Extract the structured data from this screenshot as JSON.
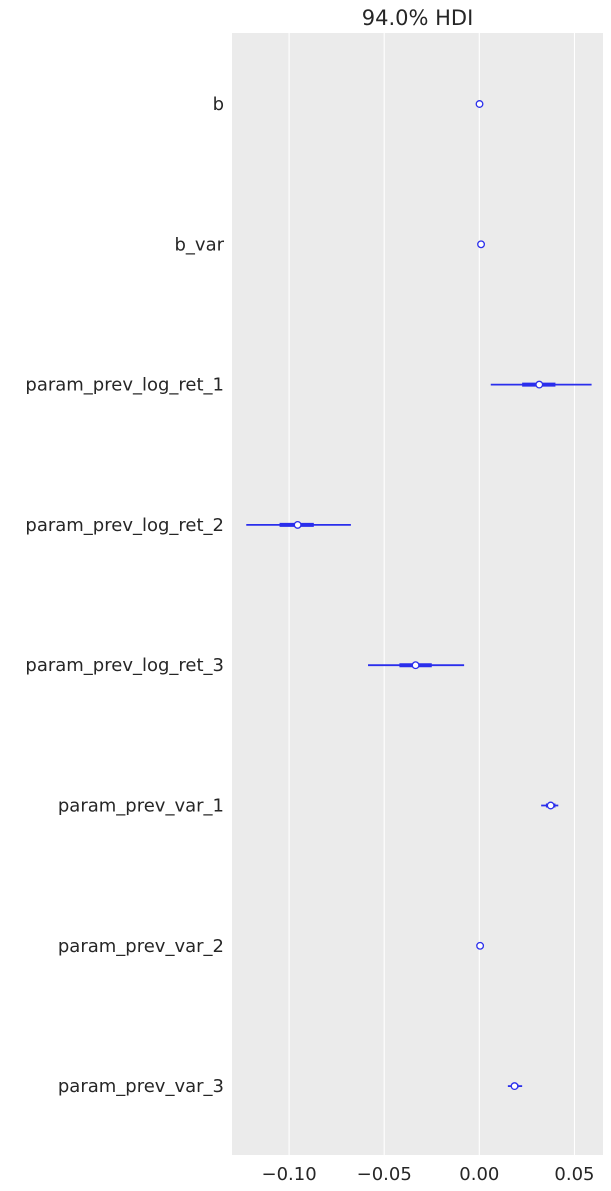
{
  "chart_data": {
    "type": "forest",
    "title": "94.0% HDI",
    "xlim": [
      -0.13,
      0.065
    ],
    "xticks": [
      -0.1,
      -0.05,
      0.0,
      0.05
    ],
    "xtick_labels": [
      "−0.10",
      "−0.05",
      "0.00",
      "0.05"
    ],
    "grid": "vertical",
    "colors": {
      "background": "#ebebeb",
      "grid": "#ffffff",
      "series": "#2a2eec",
      "text": "#262626"
    },
    "categories": [
      "b",
      "b_var",
      "param_prev_log_ret_1",
      "param_prev_log_ret_2",
      "param_prev_log_ret_3",
      "param_prev_var_1",
      "param_prev_var_2",
      "param_prev_var_3"
    ],
    "series": [
      {
        "mean": [
          0.0001,
          0.0009,
          0.0315,
          -0.0955,
          -0.0335,
          0.0375,
          0.0004,
          0.0185
        ],
        "hdi_94_low": [
          0.0001,
          0.0009,
          0.006,
          -0.1225,
          -0.0585,
          0.0325,
          0.0004,
          0.015
        ],
        "hdi_94_high": [
          0.0001,
          0.0009,
          0.059,
          -0.0675,
          -0.008,
          0.0415,
          0.0004,
          0.0225
        ],
        "iqr_low": [
          0.0001,
          0.0009,
          0.0225,
          -0.105,
          -0.042,
          0.035,
          0.0004,
          0.017
        ],
        "iqr_high": [
          0.0001,
          0.0009,
          0.04,
          -0.087,
          -0.025,
          0.04,
          0.0004,
          0.0205
        ]
      }
    ]
  }
}
